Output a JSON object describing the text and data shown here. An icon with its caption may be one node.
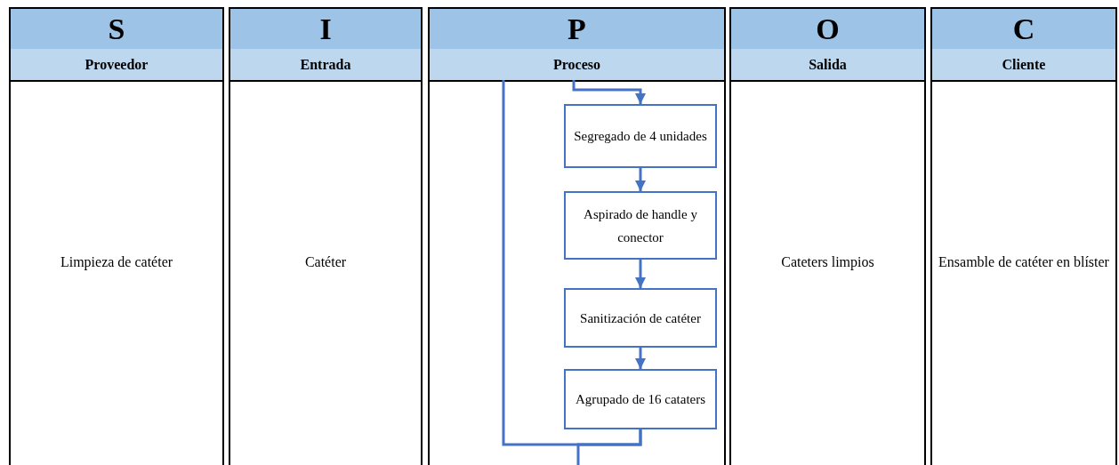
{
  "diagram": {
    "nodes": [
      {
        "text": [
          "S",
          "Proveedor",
          "Limpieza de catéter"
        ]
      },
      {
        "text": [
          "I",
          "Entrada",
          "Catéter"
        ]
      },
      {
        "text": [
          "P",
          "Proceso"
        ]
      },
      {
        "text": [
          "Segregado de 4 unidades"
        ],
        "in": 2
      },
      {
        "text": [
          "Aspirado de handle y conector"
        ],
        "in": 2
      },
      {
        "text": [
          "Sanitización de catéter"
        ],
        "in": 2
      },
      {
        "text": [
          "Agrupado de 16 cataters"
        ],
        "in": 2
      },
      {
        "text": [
          "O",
          "Salida",
          "Cateters limpios"
        ]
      },
      {
        "text": [
          "C",
          "Cliente",
          "Ensamble de catéter en blíster"
        ]
      }
    ],
    "edges": [
      {
        "from": null,
        "to": 3,
        "arrow": "to"
      },
      {
        "from": 3,
        "to": 4,
        "arrow": "to"
      },
      {
        "from": 4,
        "to": 5,
        "arrow": "to"
      },
      {
        "from": 5,
        "to": 6,
        "arrow": "to"
      },
      {
        "from": 6,
        "to": null,
        "arrow": "none"
      },
      {
        "from": 6,
        "to": null,
        "arrow": "none"
      }
    ]
  }
}
